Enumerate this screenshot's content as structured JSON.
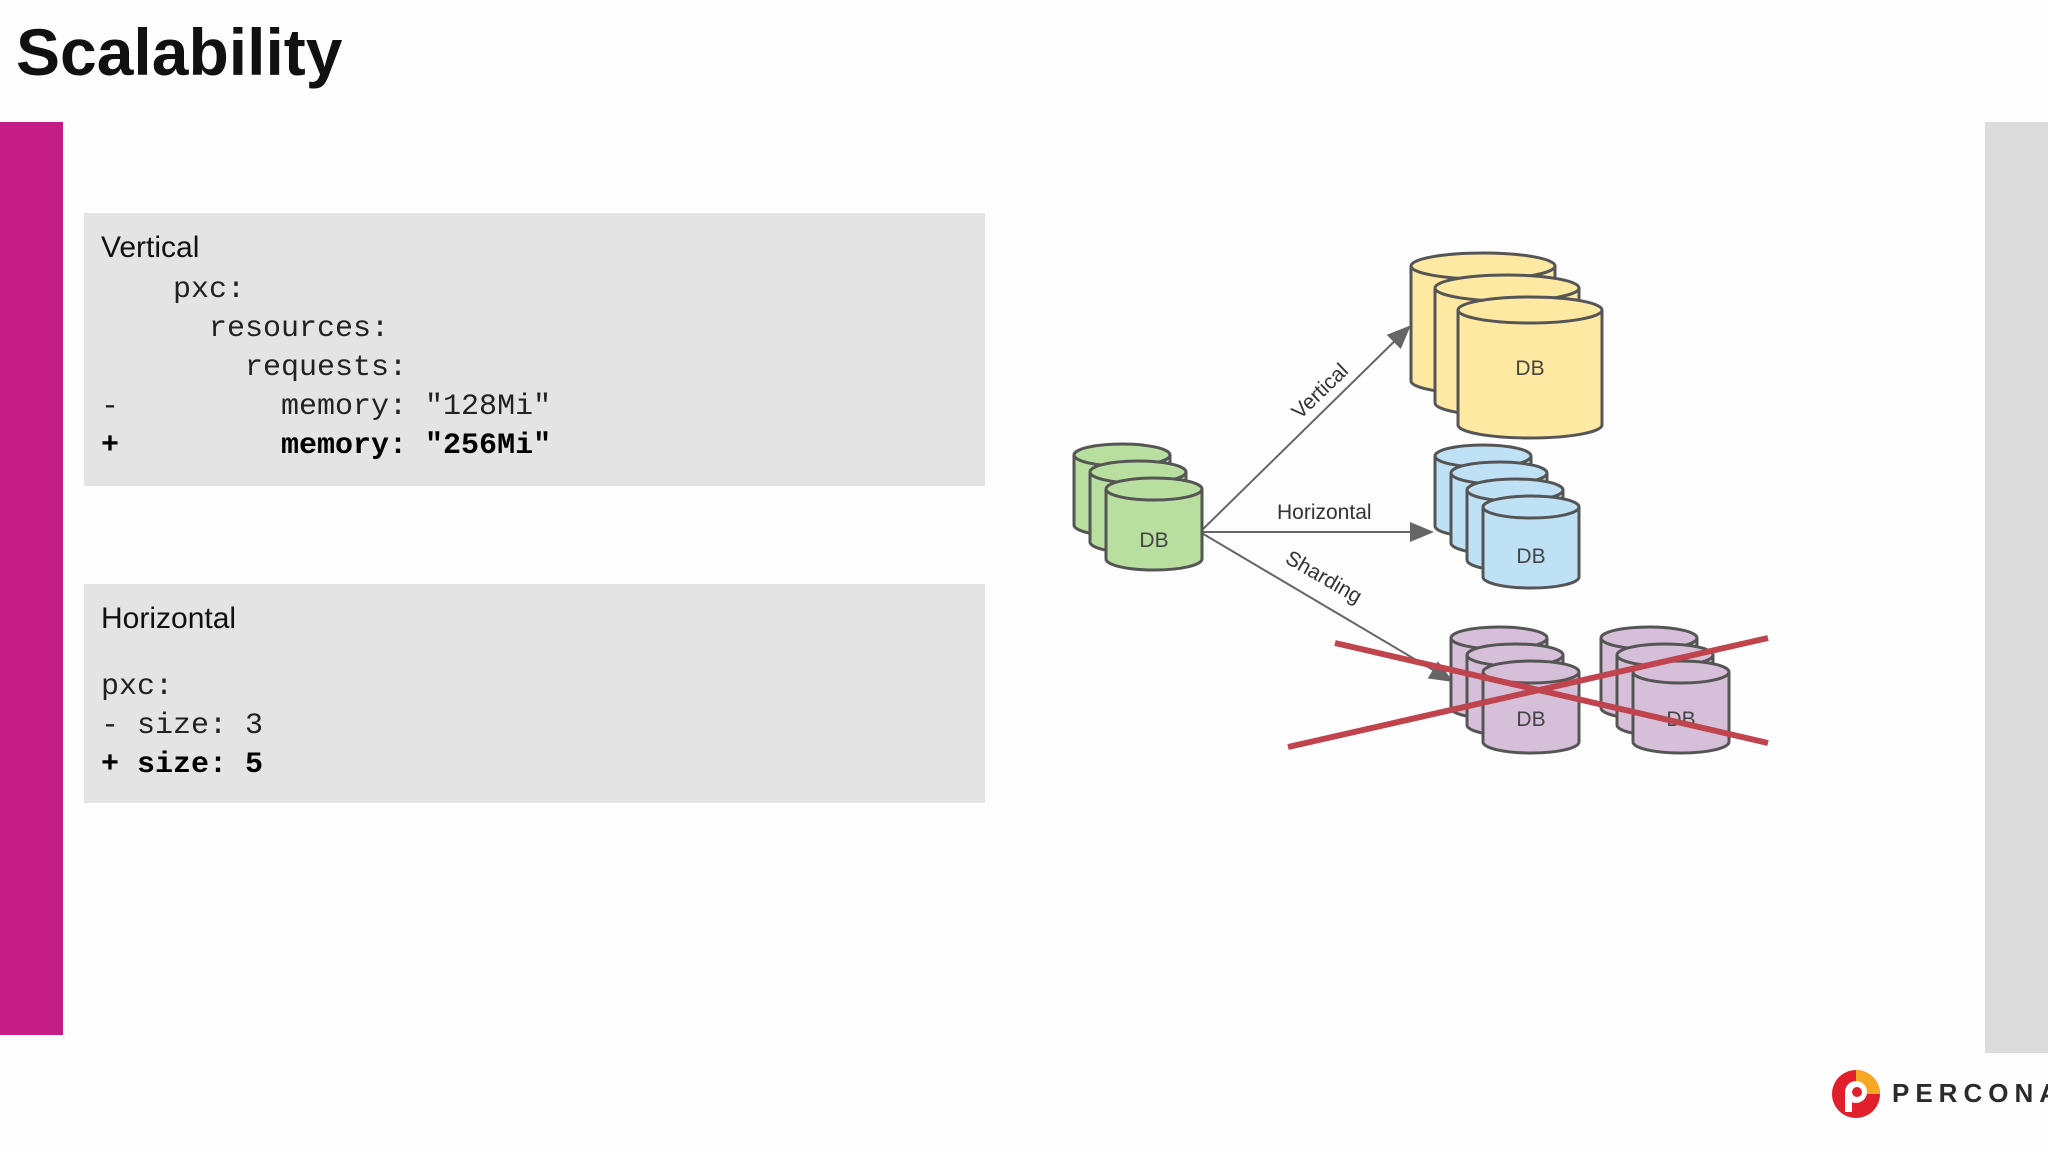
{
  "slide": {
    "title": "Scalability"
  },
  "vertical_panel": {
    "heading": "Vertical",
    "lines": [
      "    pxc:",
      "      resources:",
      "        requests:",
      "-         memory: \"128Mi\"",
      "+         memory: \"256Mi\""
    ]
  },
  "horizontal_panel": {
    "heading": "Horizontal",
    "lines": [
      "pxc:",
      "- size: 3",
      "+ size: 5"
    ]
  },
  "diagram": {
    "arrow_labels": {
      "vertical": "Vertical",
      "horizontal": "Horizontal",
      "sharding": "Sharding"
    },
    "db_label": "DB",
    "colors": {
      "green": "#b8dea0",
      "yellow": "#fde9a2",
      "blue": "#bfe1f5",
      "purple": "#d6bfd8",
      "outline": "#555555",
      "cross": "#c0444d",
      "arrow": "#666666"
    }
  },
  "logo": {
    "text": "PERCONA",
    "icon": "percona-logo-icon"
  },
  "colors": {
    "accent_bar": "#c41e86",
    "side_bar": "#dcdcdc",
    "panel_bg": "#e4e4e4"
  }
}
